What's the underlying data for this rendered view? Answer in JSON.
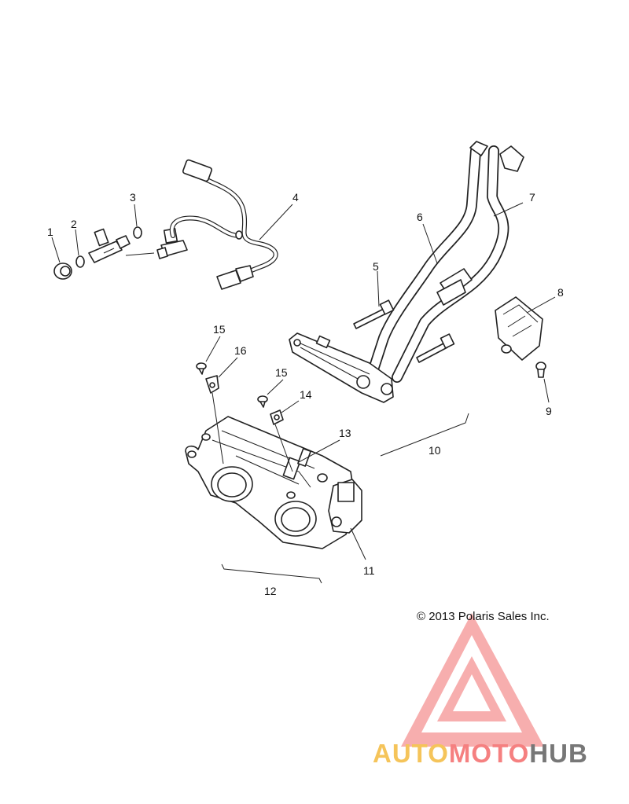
{
  "callouts": [
    {
      "id": "1",
      "text": "1"
    },
    {
      "id": "2",
      "text": "2"
    },
    {
      "id": "3",
      "text": "3"
    },
    {
      "id": "4",
      "text": "4"
    },
    {
      "id": "5",
      "text": "5"
    },
    {
      "id": "6",
      "text": "6"
    },
    {
      "id": "7",
      "text": "7"
    },
    {
      "id": "8",
      "text": "8"
    },
    {
      "id": "9",
      "text": "9"
    },
    {
      "id": "10",
      "text": "10"
    },
    {
      "id": "11",
      "text": "11"
    },
    {
      "id": "12",
      "text": "12"
    },
    {
      "id": "13",
      "text": "13"
    },
    {
      "id": "14",
      "text": "14"
    },
    {
      "id": "15a",
      "text": "15"
    },
    {
      "id": "15b",
      "text": "15"
    },
    {
      "id": "16",
      "text": "16"
    }
  ],
  "copyright": "© 2013 Polaris Sales Inc.",
  "watermark": {
    "part1": "AUTO",
    "part2": "MOTO",
    "part3": "HUB",
    "color_primary": "#f58080",
    "color_secondary": "#f5c45a",
    "color_tertiary": "#777777"
  }
}
